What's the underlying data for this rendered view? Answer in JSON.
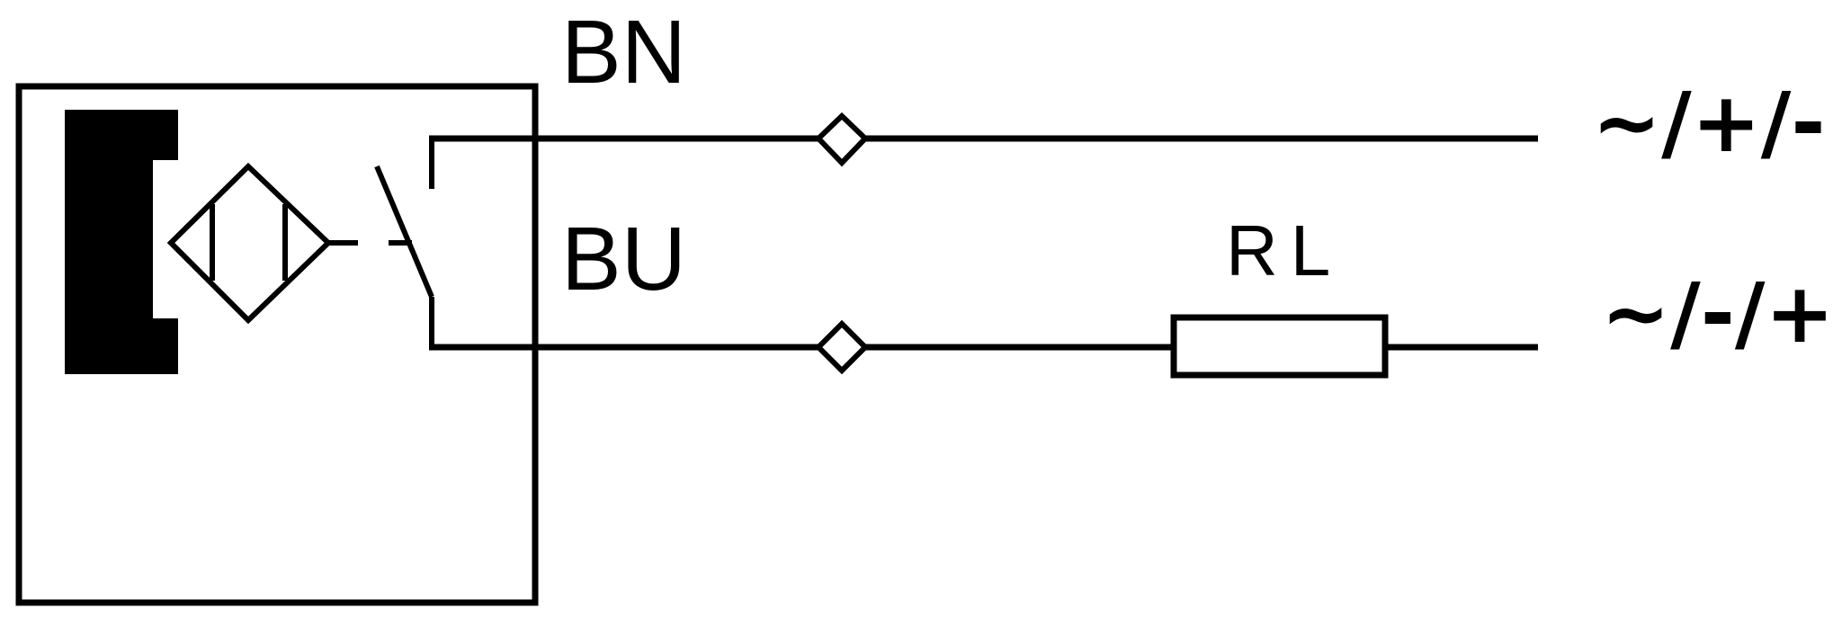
{
  "diagram": {
    "wire_labels": {
      "brown": "BN",
      "blue": "BU"
    },
    "load_label": "RL",
    "supply_labels": {
      "top": "~/+/-",
      "bottom": "~/-/+"
    }
  },
  "colors": {
    "line": "#000000",
    "background": "#ffffff"
  }
}
